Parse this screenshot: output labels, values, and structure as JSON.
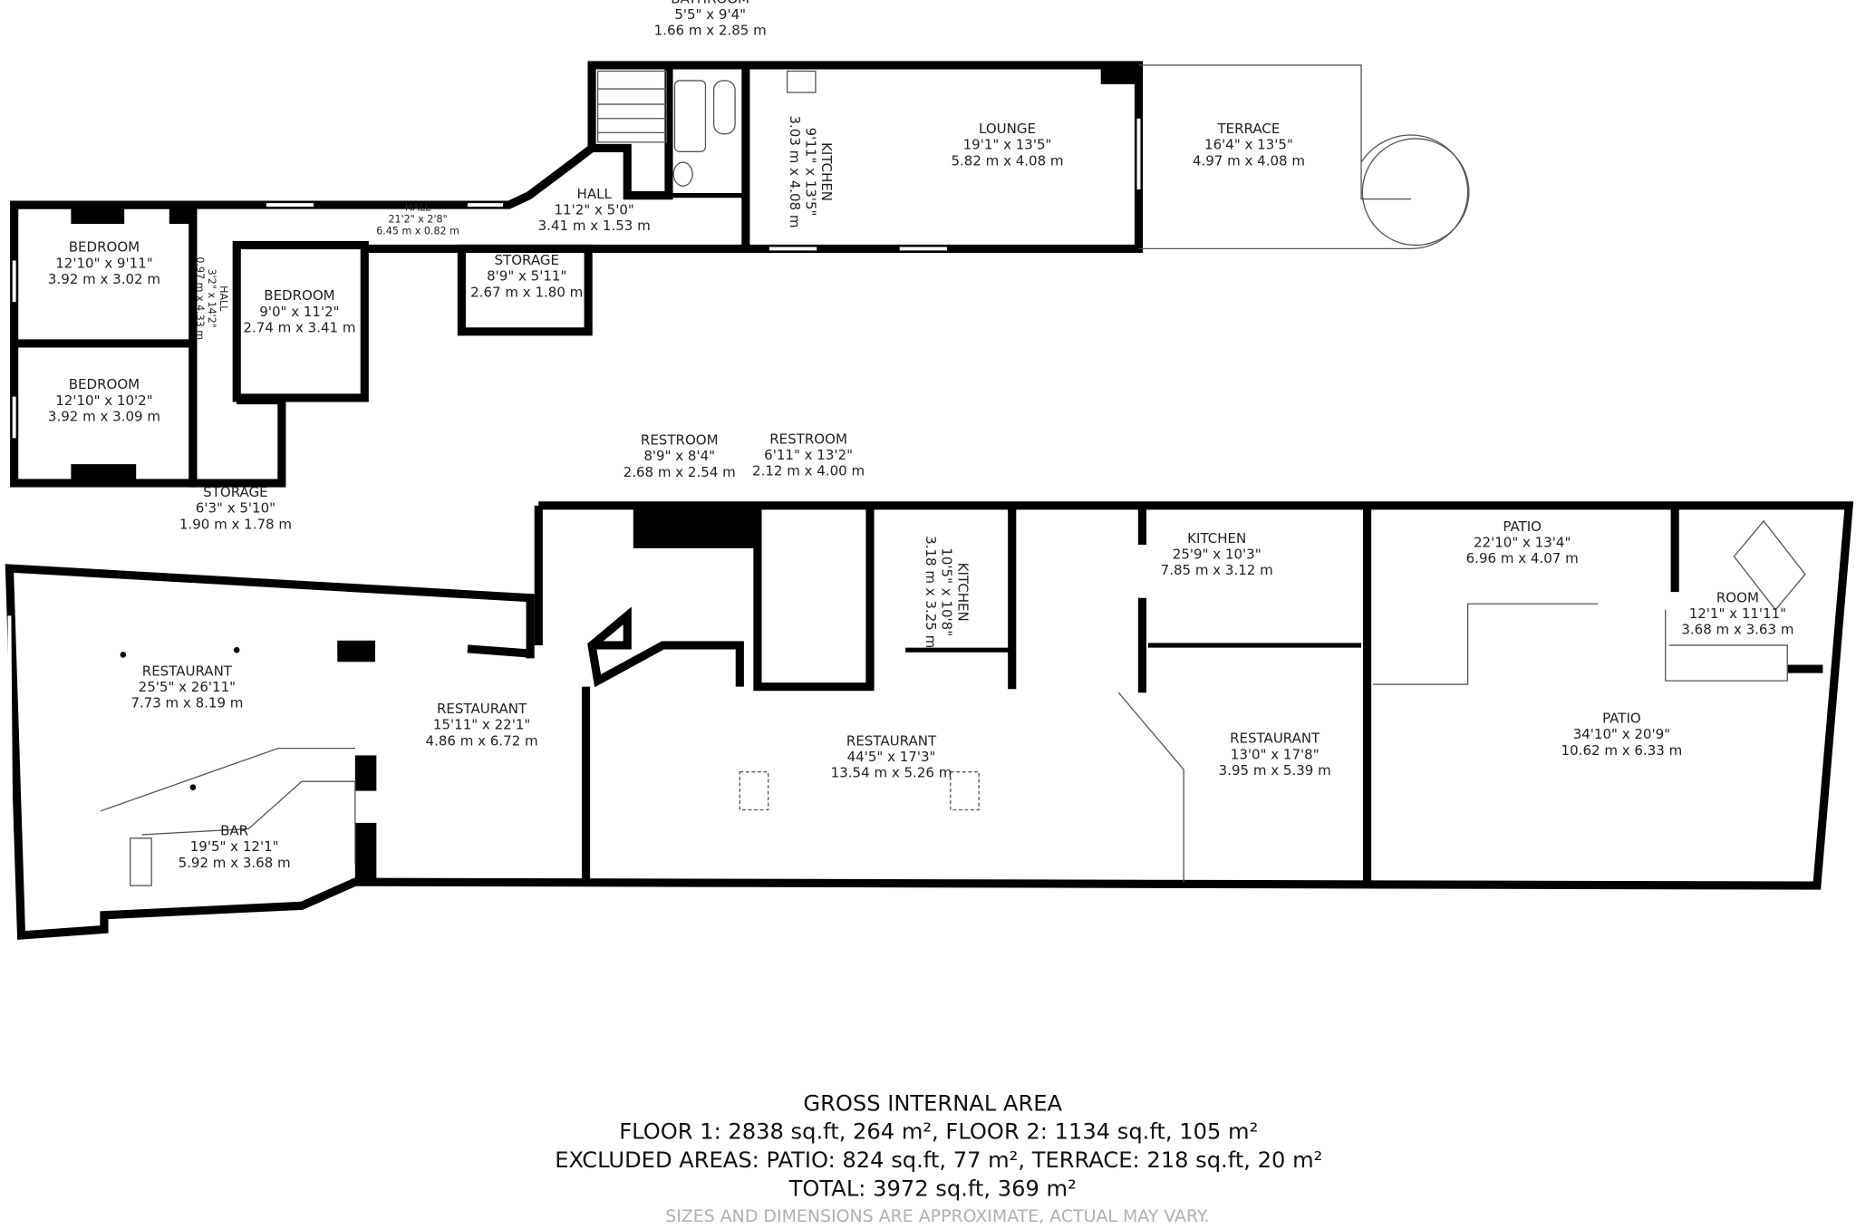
{
  "rooms": [
    {
      "name": "BATHROOM",
      "imperial": "5'5\" x 9'4\"",
      "metric": "1.66 m x 2.85 m"
    },
    {
      "name": "KITCHEN",
      "imperial": "9'11\" x 13'5\"",
      "metric": "3.03 m x 4.08 m"
    },
    {
      "name": "LOUNGE",
      "imperial": "19'1\" x 13'5\"",
      "metric": "5.82 m x 4.08 m"
    },
    {
      "name": "TERRACE",
      "imperial": "16'4\" x 13'5\"",
      "metric": "4.97 m x 4.08 m"
    },
    {
      "name": "HALL",
      "imperial": "21'2\" x 2'8\"",
      "metric": "6.45 m x 0.82 m"
    },
    {
      "name": "HALL",
      "imperial": "11'2\" x 5'0\"",
      "metric": "3.41 m x 1.53 m"
    },
    {
      "name": "BEDROOM",
      "imperial": "12'10\" x 9'11\"",
      "metric": "3.92 m x 3.02 m"
    },
    {
      "name": "HALL",
      "imperial": "3'2\" x 14'2\"",
      "metric": "0.97 m x 4.33 m"
    },
    {
      "name": "BEDROOM",
      "imperial": "9'0\" x 11'2\"",
      "metric": "2.74 m x 3.41 m"
    },
    {
      "name": "STORAGE",
      "imperial": "8'9\" x 5'11\"",
      "metric": "2.67 m x 1.80 m"
    },
    {
      "name": "BEDROOM",
      "imperial": "12'10\" x 10'2\"",
      "metric": "3.92 m x 3.09 m"
    },
    {
      "name": "STORAGE",
      "imperial": "6'3\" x 5'10\"",
      "metric": "1.90 m x 1.78 m"
    },
    {
      "name": "RESTROOM",
      "imperial": "8'9\" x 8'4\"",
      "metric": "2.68 m x 2.54 m"
    },
    {
      "name": "RESTROOM",
      "imperial": "6'11\" x 13'2\"",
      "metric": "2.12 m x 4.00 m"
    },
    {
      "name": "KITCHEN",
      "imperial": "10'5\" x 10'8\"",
      "metric": "3.18 m x 3.25 m"
    },
    {
      "name": "KITCHEN",
      "imperial": "25'9\" x 10'3\"",
      "metric": "7.85 m x 3.12 m"
    },
    {
      "name": "PATIO",
      "imperial": "22'10\" x 13'4\"",
      "metric": "6.96 m x 4.07 m"
    },
    {
      "name": "ROOM",
      "imperial": "12'1\" x 11'11\"",
      "metric": "3.68 m x 3.63 m"
    },
    {
      "name": "RESTAURANT",
      "imperial": "25'5\" x 26'11\"",
      "metric": "7.73 m x 8.19 m"
    },
    {
      "name": "RESTAURANT",
      "imperial": "15'11\" x 22'1\"",
      "metric": "4.86 m x 6.72 m"
    },
    {
      "name": "RESTAURANT",
      "imperial": "44'5\" x 17'3\"",
      "metric": "13.54 m x 5.26 m"
    },
    {
      "name": "RESTAURANT",
      "imperial": "13'0\" x 17'8\"",
      "metric": "3.95 m x 5.39 m"
    },
    {
      "name": "PATIO",
      "imperial": "34'10\" x 20'9\"",
      "metric": "10.62 m x 6.33 m"
    },
    {
      "name": "BAR",
      "imperial": "19'5\" x 12'1\"",
      "metric": "5.92 m x 3.68 m"
    }
  ],
  "summary": {
    "title": "GROSS INTERNAL AREA",
    "floors": "FLOOR 1: 2838 sq.ft, 264 m², FLOOR 2: 1134 sq.ft, 105 m²",
    "excluded": "EXCLUDED AREAS: PATIO: 824 sq.ft, 77 m², TERRACE: 218 sq.ft, 20 m²",
    "total": "TOTAL: 3972 sq.ft, 369 m²",
    "disclaimer": "SIZES AND DIMENSIONS ARE APPROXIMATE, ACTUAL MAY VARY."
  }
}
